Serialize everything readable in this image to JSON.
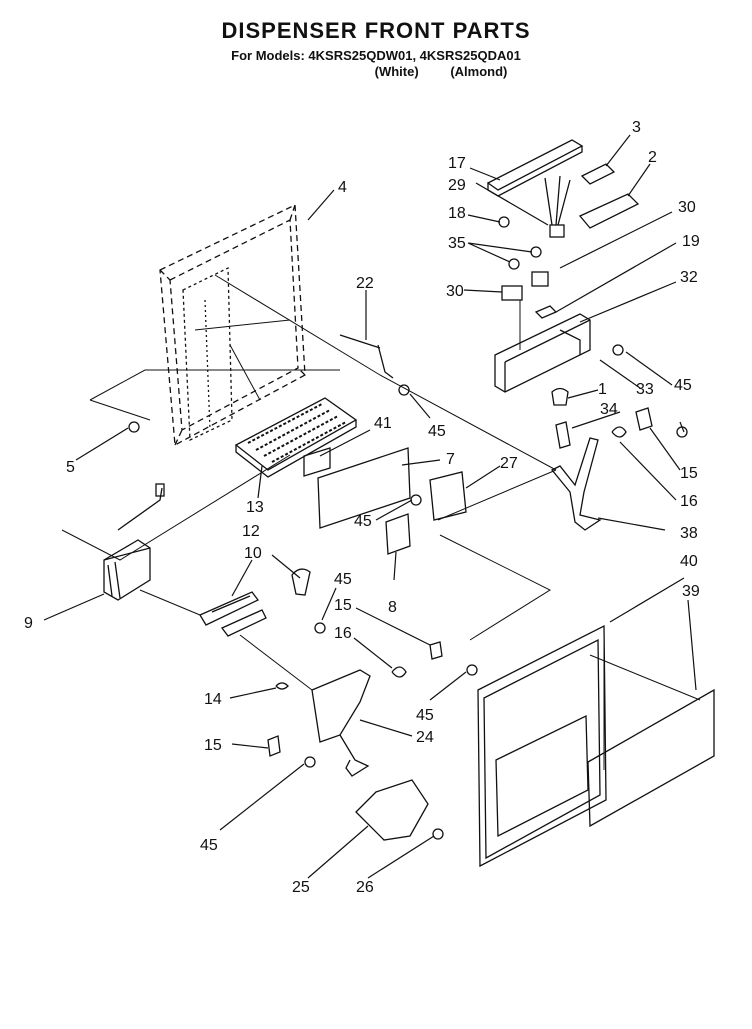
{
  "header": {
    "title": "DISPENSER FRONT PARTS",
    "models": "For Models: 4KSRS25QDW01, 4KSRS25QDA01",
    "color_white": "(White)",
    "color_almond": "(Almond)"
  },
  "callouts": [
    "3",
    "17",
    "2",
    "29",
    "30",
    "18",
    "35",
    "19",
    "30",
    "32",
    "22",
    "4",
    "1",
    "45",
    "33",
    "34",
    "45",
    "41",
    "5",
    "7",
    "27",
    "15",
    "16",
    "13",
    "45",
    "38",
    "12",
    "10",
    "45",
    "9",
    "40",
    "39",
    "15",
    "8",
    "16",
    "14",
    "45",
    "24",
    "15",
    "45",
    "25",
    "26"
  ]
}
